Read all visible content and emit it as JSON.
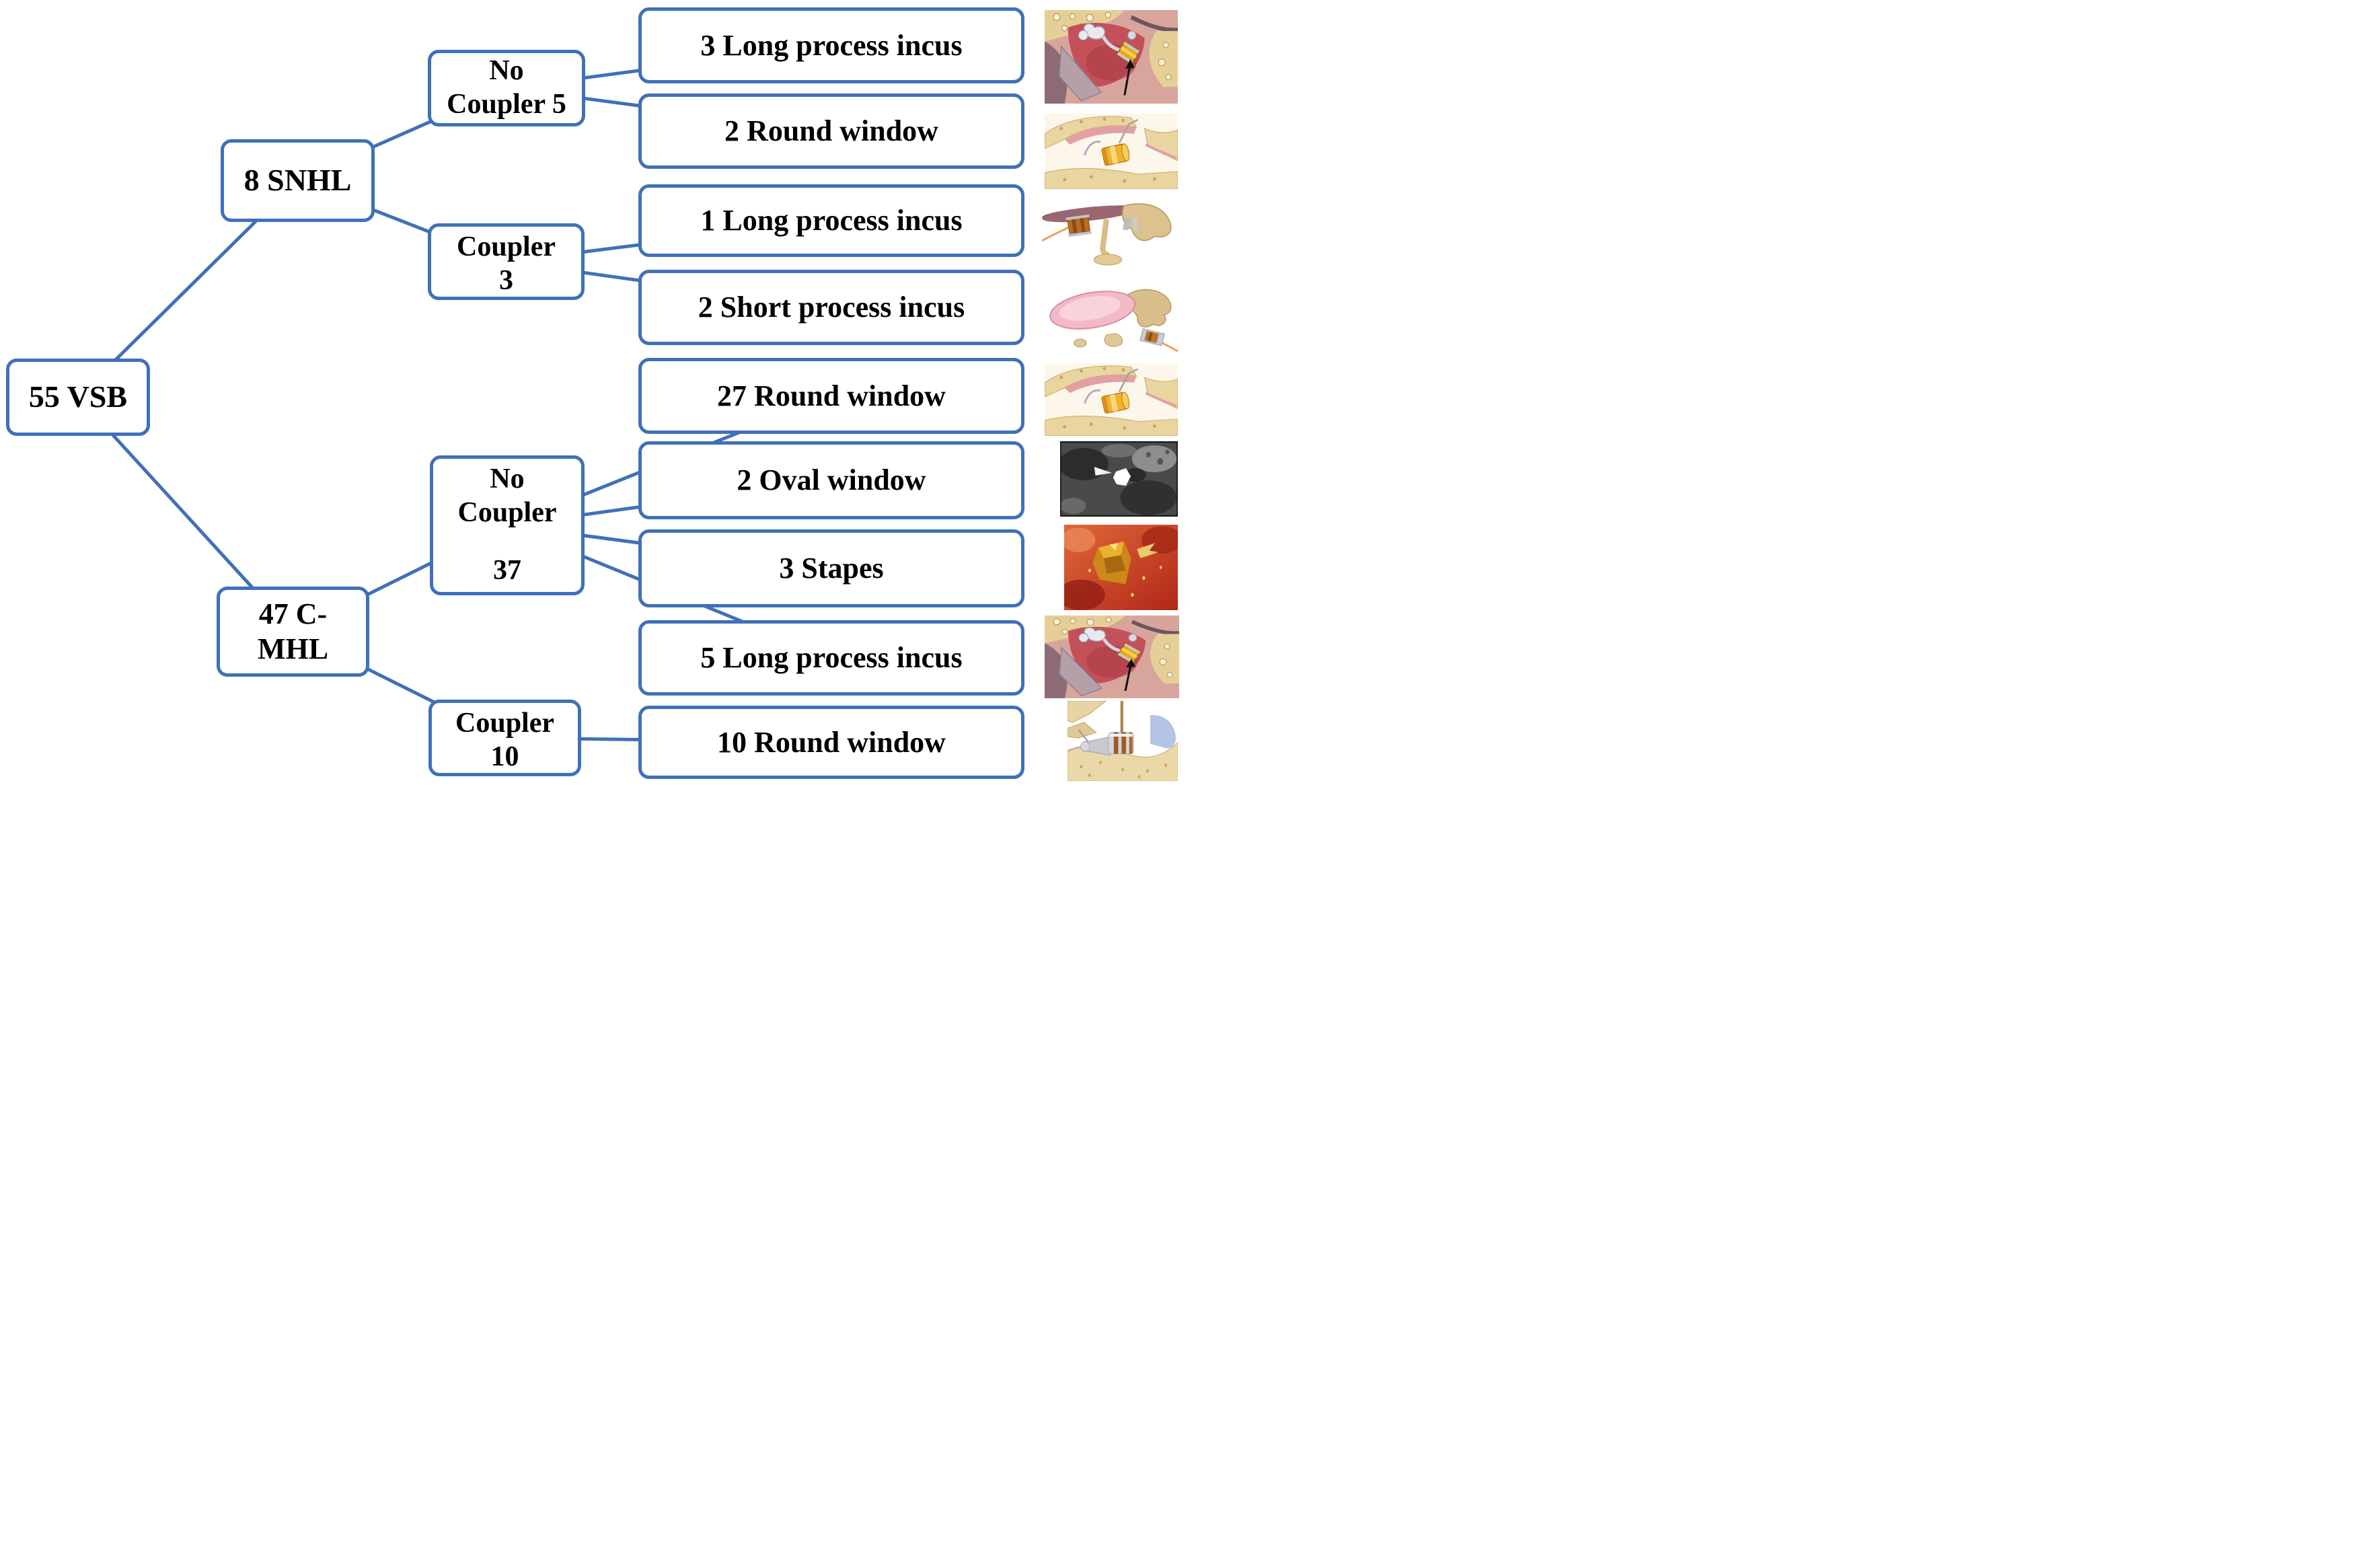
{
  "figure": {
    "type": "tree-diagram",
    "description": "Flow diagram of 55 VSB implantations split by hearing-loss type, coupler use and coupling site",
    "accent_color": "#4070B8",
    "text_color": "#000000",
    "background_color": "#FFFFFF"
  },
  "tree": {
    "label_lines": [
      "55 VSB"
    ],
    "children": [
      {
        "label_lines": [
          "8 SNHL"
        ],
        "children": [
          {
            "label_lines": [
              "No",
              "Coupler 5"
            ],
            "children": [
              {
                "label_lines": [
                  "3 Long process incus"
                ]
              },
              {
                "label_lines": [
                  "2 Round window"
                ]
              }
            ]
          },
          {
            "label_lines": [
              "Coupler",
              "3"
            ],
            "children": [
              {
                "label_lines": [
                  "1 Long process incus"
                ]
              },
              {
                "label_lines": [
                  "2 Short process incus"
                ]
              }
            ]
          }
        ]
      },
      {
        "label_lines": [
          "47 C-",
          "MHL"
        ],
        "children": [
          {
            "label_lines": [
              "No",
              "Coupler",
              "37"
            ],
            "children": [
              {
                "label_lines": [
                  "27 Round window"
                ]
              },
              {
                "label_lines": [
                  "2 Oval window"
                ]
              },
              {
                "label_lines": [
                  "3 Stapes"
                ]
              },
              {
                "label_lines": [
                  "5 Long process incus"
                ]
              }
            ]
          },
          {
            "label_lines": [
              "Coupler",
              "10"
            ],
            "children": [
              {
                "label_lines": [
                  "10 Round window"
                ]
              }
            ]
          }
        ]
      }
    ]
  },
  "illustrations": [
    {
      "name": "ear-anatomy-incus-implant-illustration"
    },
    {
      "name": "round-window-placement-illustration"
    },
    {
      "name": "ossicular-chain-implant-illustration"
    },
    {
      "name": "tympanic-membrane-disc-illustration"
    },
    {
      "name": "round-window-placement-illustration"
    },
    {
      "name": "ct-scan-temporal-bone-image"
    },
    {
      "name": "surgical-photo-implant-image"
    },
    {
      "name": "ear-anatomy-incus-implant-illustration"
    },
    {
      "name": "round-window-niche-implant-illustration"
    }
  ]
}
